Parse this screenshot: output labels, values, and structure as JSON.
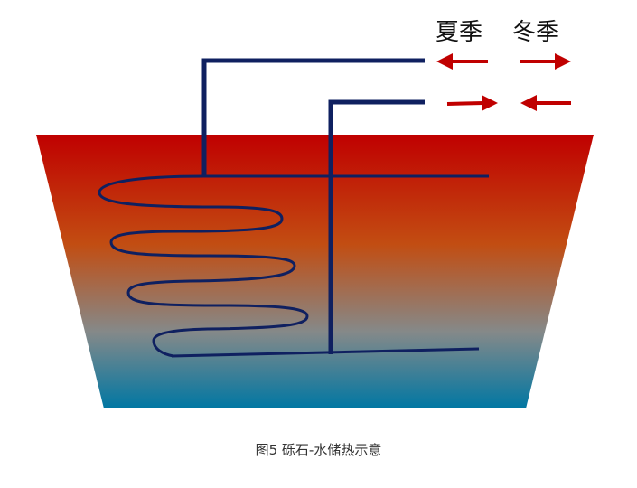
{
  "labels": {
    "summer": "夏季",
    "winter": "冬季"
  },
  "caption": "图5 砾石-水储热示意",
  "colors": {
    "tank_top": "#c00000",
    "tank_mid": "#c0521a",
    "tank_bottom_mid": "#7a8a8c",
    "tank_bottom": "#0077a3",
    "pipe": "#0f2060",
    "arrow": "#c00000"
  },
  "icons": {
    "summer_upper_arrow": "arrow-left-icon",
    "summer_lower_arrow": "arrow-right-icon",
    "winter_upper_arrow": "arrow-right-icon",
    "winter_lower_arrow": "arrow-left-icon"
  }
}
